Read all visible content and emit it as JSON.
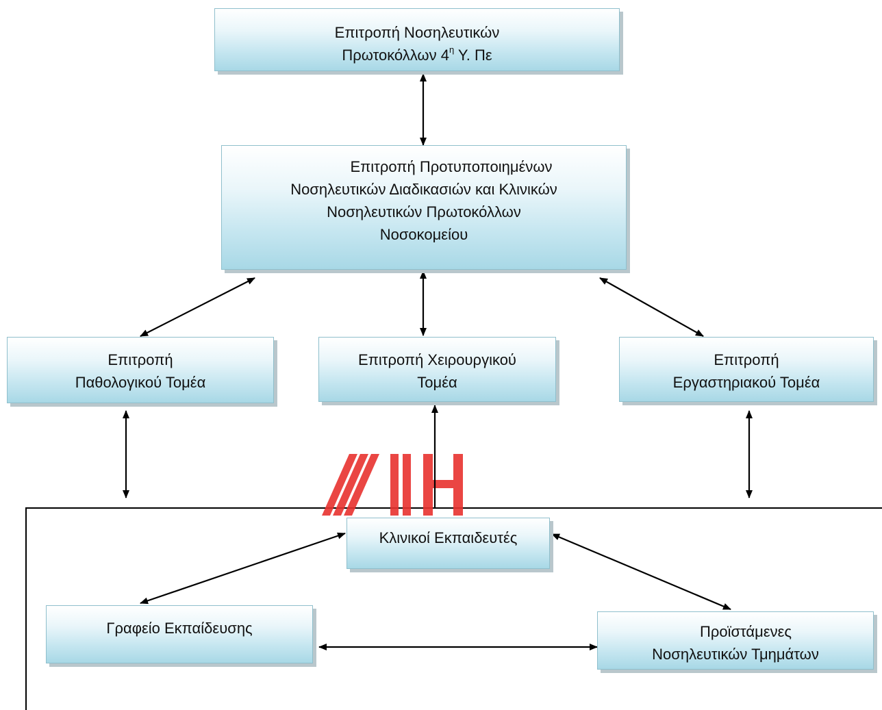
{
  "nodes": {
    "top": {
      "line1": "Επιτροπή Νοσηλευτικών",
      "line2_prefix": "Πρωτοκόλλων 4",
      "line2_sup": "η",
      "line2_suffix": " Υ. Πε"
    },
    "hospital": {
      "lines": [
        "Επιτροπή Προτυποποιημένων",
        "Νοσηλευτικών Διαδικασιών και Κλινικών",
        "Νοσηλευτικών Πρωτοκόλλων",
        "Νοσοκομείου"
      ]
    },
    "pathology": {
      "lines": [
        "Επιτροπή",
        "Παθολογικού Τομέα"
      ]
    },
    "surgical": {
      "lines": [
        "Επιτροπή Χειρουργικού",
        "Τομέα"
      ]
    },
    "lab": {
      "lines": [
        "Επιτροπή",
        "Εργαστηριακού Τομέα"
      ]
    },
    "educators": {
      "lines": [
        "Κλινικοί Εκπαιδευτές"
      ]
    },
    "education_office": {
      "lines": [
        "Γραφείο Εκπαίδευσης"
      ]
    },
    "head_nurses": {
      "lines": [
        "Προϊστάμενες",
        "Νοσηλευτικών Τμημάτων"
      ]
    }
  },
  "colors": {
    "box_border": "#8fbfcc",
    "box_gradient_bottom": "#a8d8e6",
    "arrow": "#000000",
    "watermark": "#e8322f"
  }
}
